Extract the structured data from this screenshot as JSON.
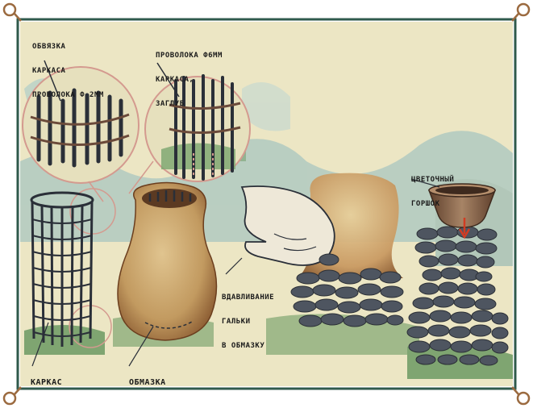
{
  "labels": {
    "binding": [
      "ОБВЯЗКА",
      "КАРКАСА",
      "ПРОВОЛОКА ф 2мм"
    ],
    "frame_wire": [
      "ПРОВОЛОКА ф6мм",
      "КАРКАСА,",
      "ЗАГЛУБ"
    ],
    "pressing": [
      "ВДАВЛИВАНИЕ",
      "ГАЛЬКИ",
      "В ОБМАЗКУ"
    ],
    "flowerpot": [
      "ЦВЕТОЧНЫЙ",
      "ГОРШОК"
    ],
    "frame": "КАРКАС",
    "coating": "ОБМАЗКА"
  },
  "colors": {
    "border": "#2f5a4c",
    "page": "#ece6c4",
    "sky": "#a9c6c0",
    "grass": "#6c9a63",
    "clay": "#c9a36a",
    "stone": "#4e5560",
    "pot": "#8f6a4e",
    "wire": "#2a2f38",
    "ornament": "#9b6a3f"
  }
}
